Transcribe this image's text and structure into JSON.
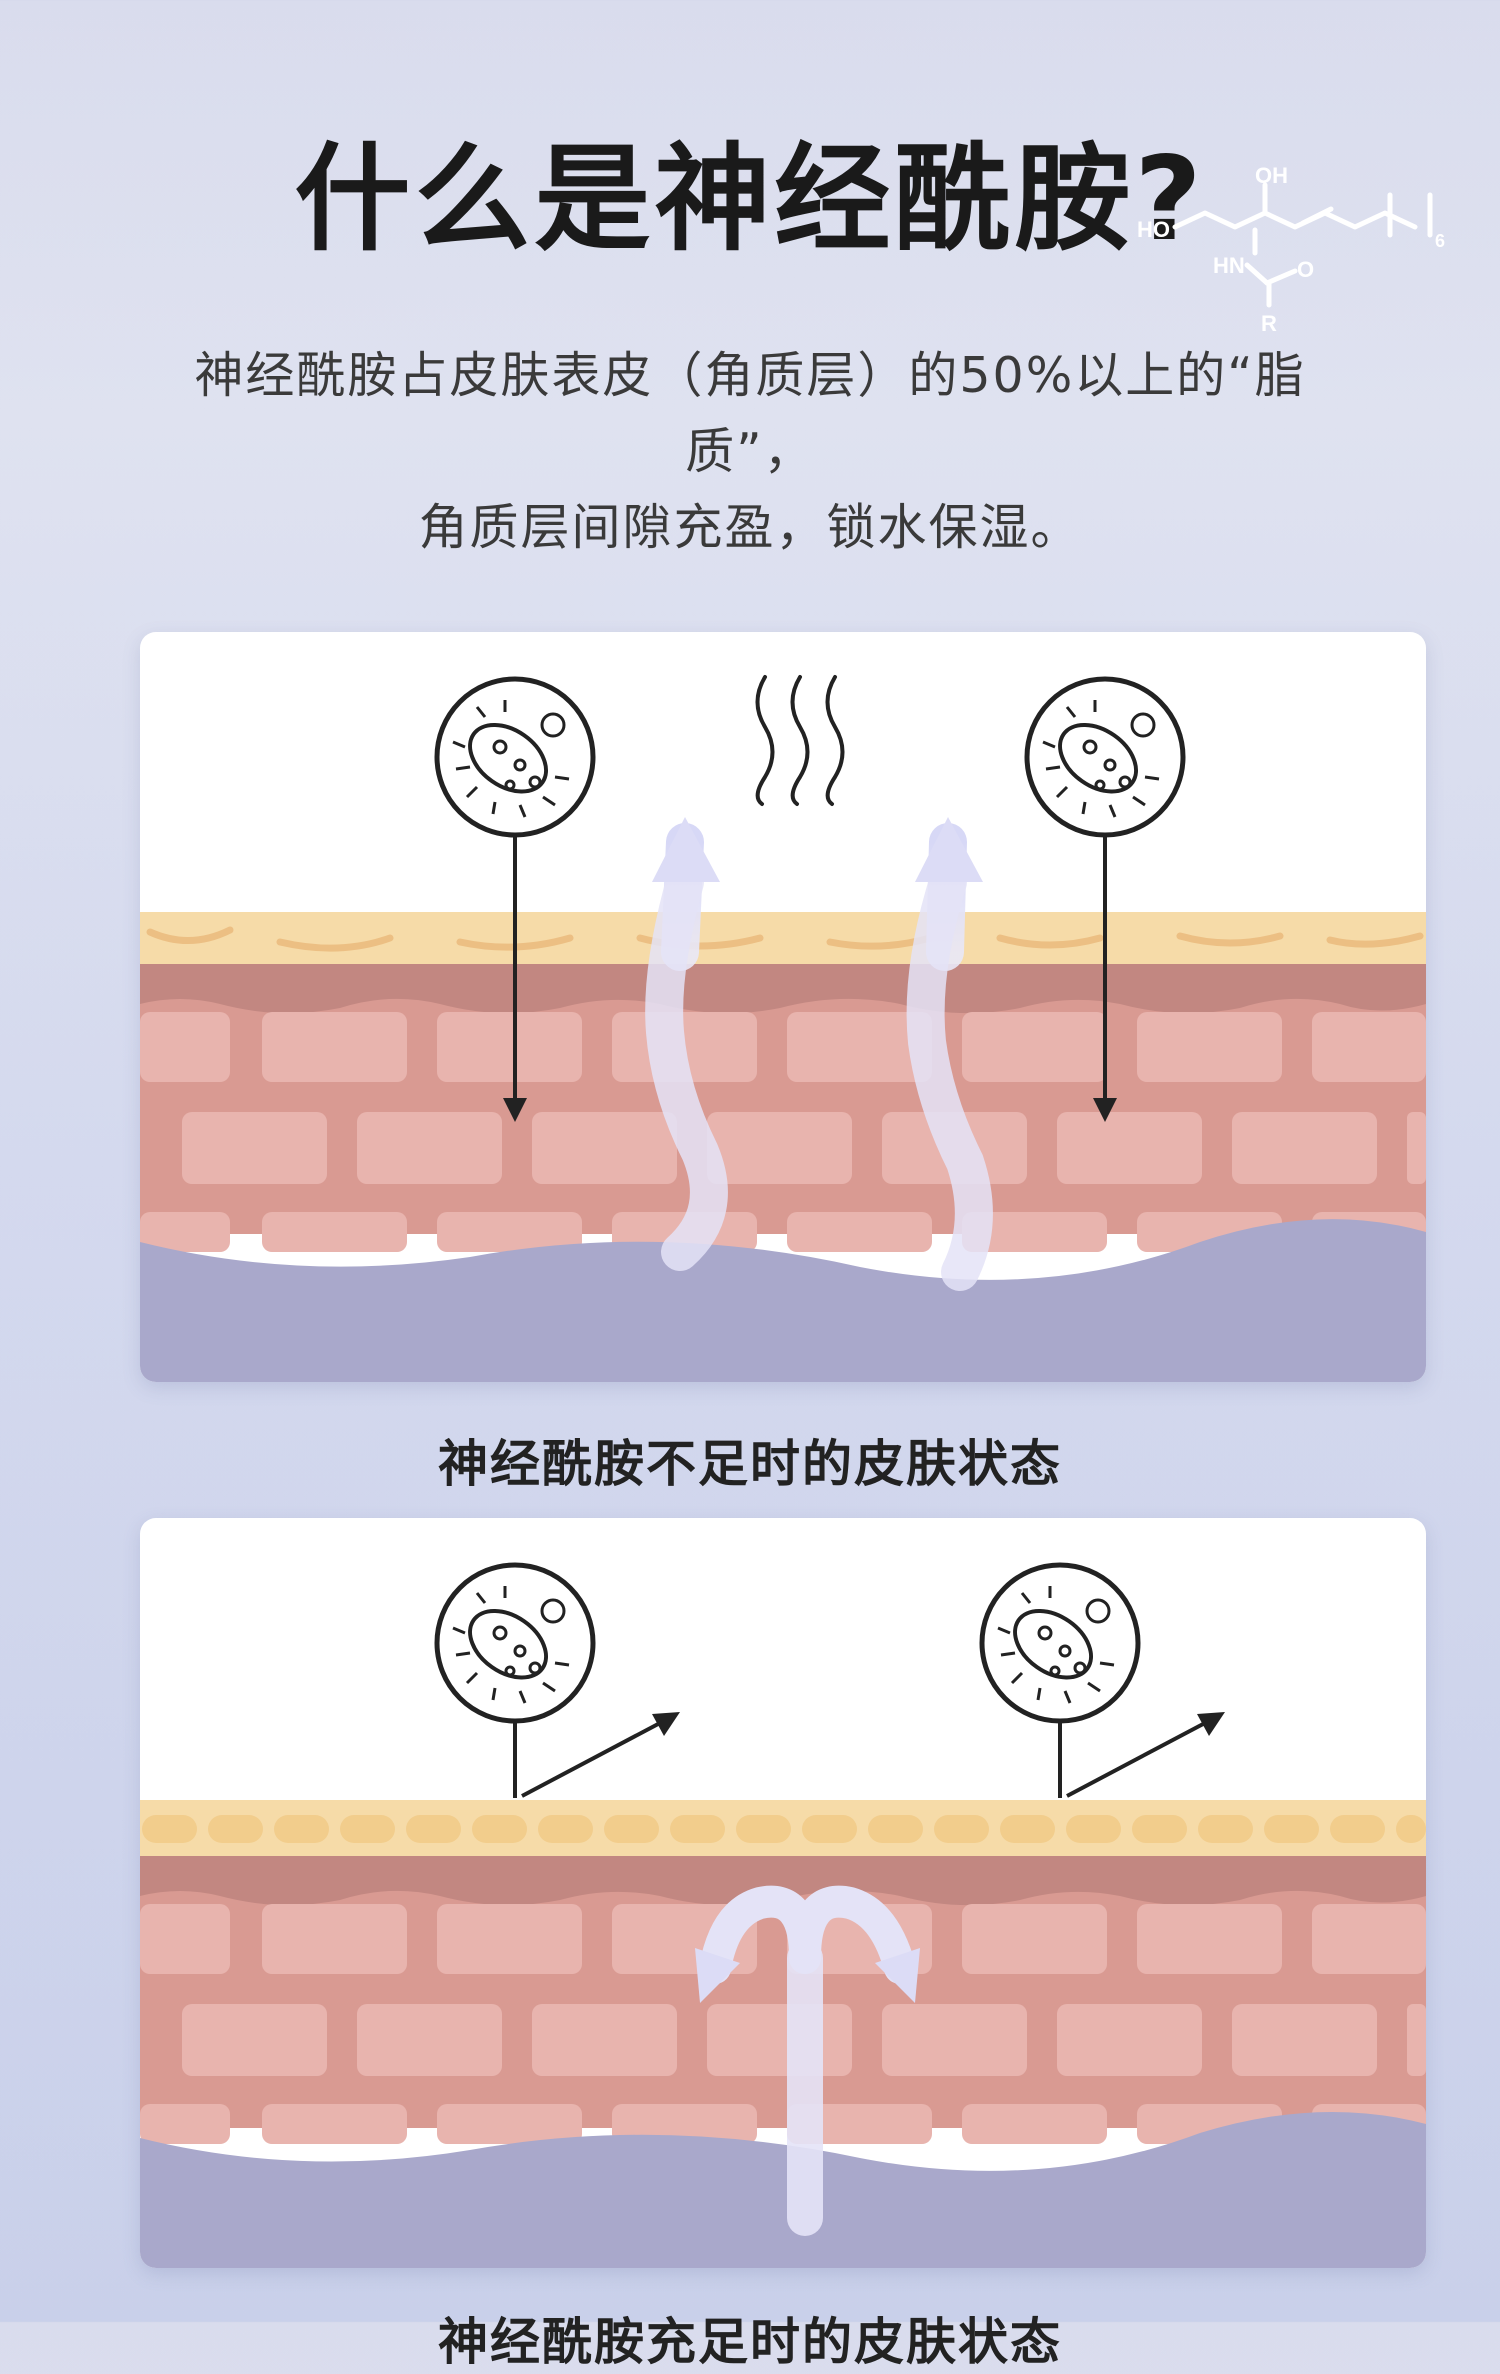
{
  "title": "什么是神经酰胺?",
  "subtitle": {
    "line1": "神经酰胺占皮肤表皮（角质层）的50%以上的“脂质”，",
    "line2": "角质层间隙充盈，锁水保湿。"
  },
  "molecule": {
    "oh": "OH",
    "ho": "HO",
    "hn": "HN",
    "o": "O",
    "r": "R",
    "n": "6"
  },
  "panels": [
    {
      "caption": "神经酰胺不足时的皮肤状态"
    },
    {
      "caption": "神经酰胺充足时的皮肤状态"
    }
  ],
  "colors": {
    "background": "#d9dced",
    "lipid": "#f6dba8",
    "skin": "#d99a92",
    "brick": "#e8b4ae",
    "dermis": "#a9a8cb"
  },
  "icons": [
    "bacteria-icon",
    "heat-wave-icon",
    "arrow-up-icon",
    "arrow-down-icon"
  ]
}
